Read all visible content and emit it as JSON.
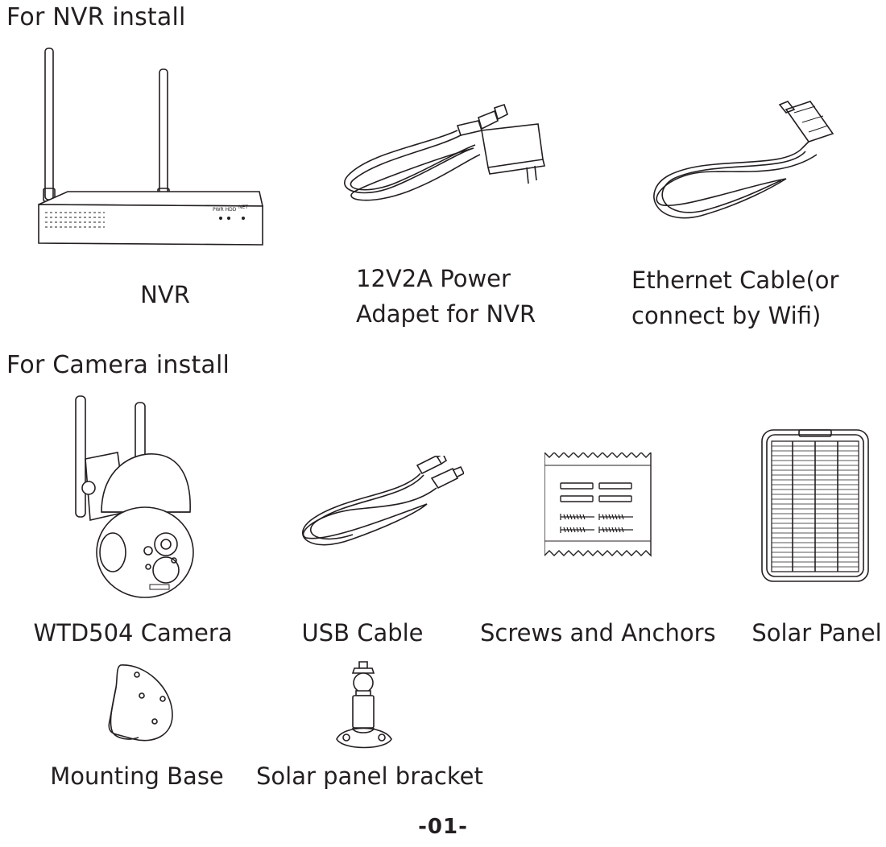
{
  "sections": {
    "nvr_title": "For NVR install",
    "camera_title": "For Camera install"
  },
  "items": {
    "nvr": "NVR",
    "power_line1": "12V2A Power",
    "power_line2": "Adapet for NVR",
    "ethernet_line1": "Ethernet Cable(or",
    "ethernet_line2": "connect by Wifi)",
    "camera": "WTD504 Camera",
    "usb": "USB Cable",
    "screws": "Screws and Anchors",
    "solar": "Solar Panel",
    "mount": "Mounting Base",
    "bracket": "Solar panel bracket"
  },
  "device_text": {
    "nvr_led1": "PWR HDD",
    "nvr_led2": "NET"
  },
  "page_number": "-01-",
  "line_color": "#231f20"
}
